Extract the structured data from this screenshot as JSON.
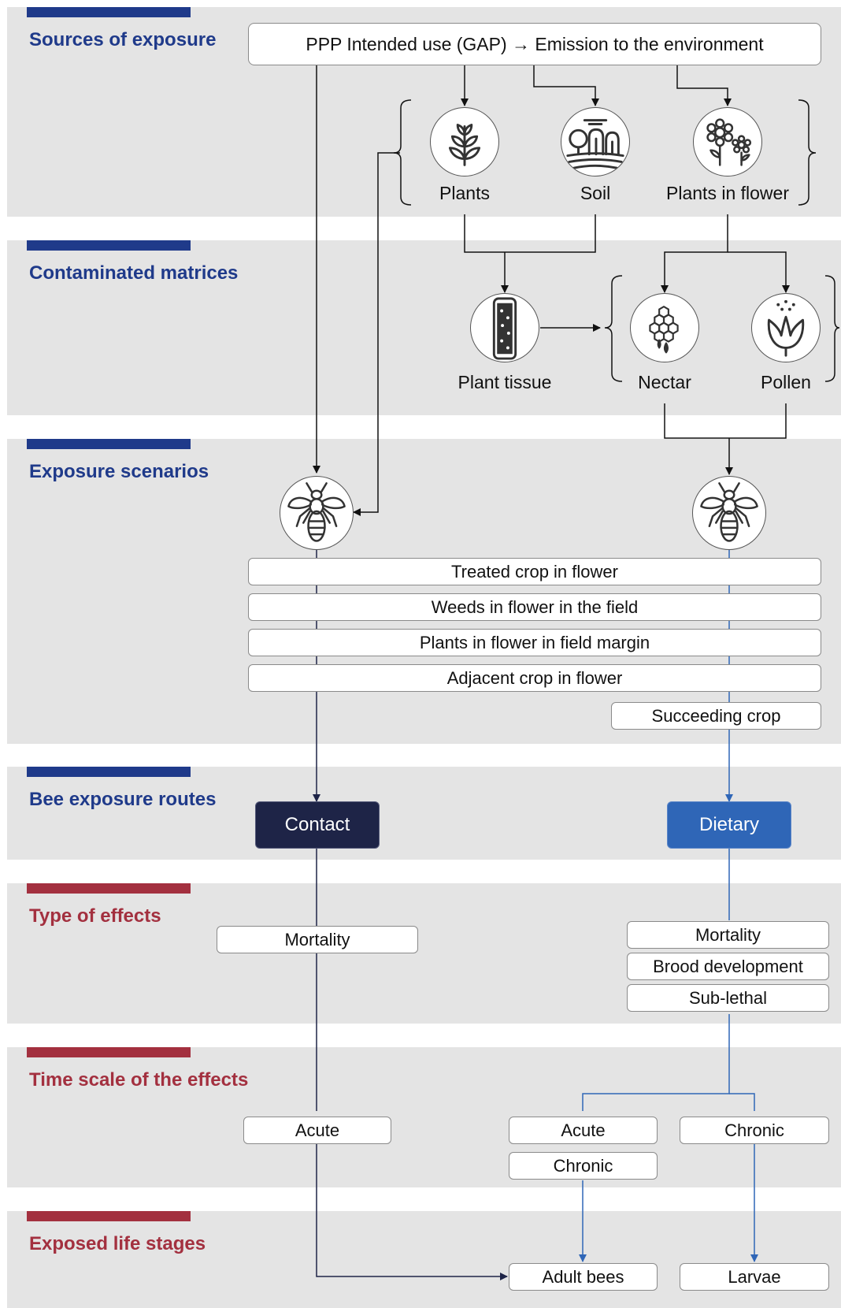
{
  "sections": {
    "sources": "Sources of exposure",
    "matrices": "Contaminated matrices",
    "scenarios": "Exposure scenarios",
    "routes": "Bee exposure routes",
    "effects": "Type of effects",
    "timescale": "Time scale of the effects",
    "lifestages": "Exposed life stages"
  },
  "source_box": "PPP Intended use (GAP) → Emission to the environment",
  "sources_icons": {
    "plants": "Plants",
    "soil": "Soil",
    "plants_in_flower": "Plants in flower"
  },
  "matrices_icons": {
    "plant_tissue": "Plant tissue",
    "nectar": "Nectar",
    "pollen": "Pollen"
  },
  "scenarios": [
    "Treated crop in flower",
    "Weeds in flower in the field",
    "Plants in flower in field margin",
    "Adjacent crop in flower"
  ],
  "succeeding_crop": "Succeeding crop",
  "routes": {
    "contact": "Contact",
    "dietary": "Dietary"
  },
  "effects": {
    "contact": "Mortality",
    "dietary": [
      "Mortality",
      "Brood development",
      "Sub-lethal"
    ]
  },
  "timescale": {
    "contact_acute": "Acute",
    "dietary_acute": "Acute",
    "dietary_chronic_left": "Chronic",
    "dietary_chronic_right": "Chronic"
  },
  "lifestages": {
    "adult": "Adult bees",
    "larvae": "Larvae"
  },
  "icons": [
    "wheat-plant-icon",
    "soil-trees-icon",
    "flowers-icon",
    "plant-tissue-icon",
    "honeycomb-nectar-icon",
    "tulip-pollen-icon",
    "bee-icon"
  ],
  "colors": {
    "section_blue": "#1f3a8a",
    "section_red": "#a3303f",
    "contact_route": "#1e2447",
    "dietary_route": "#2f66b7",
    "band_gray": "#e4e4e4"
  }
}
